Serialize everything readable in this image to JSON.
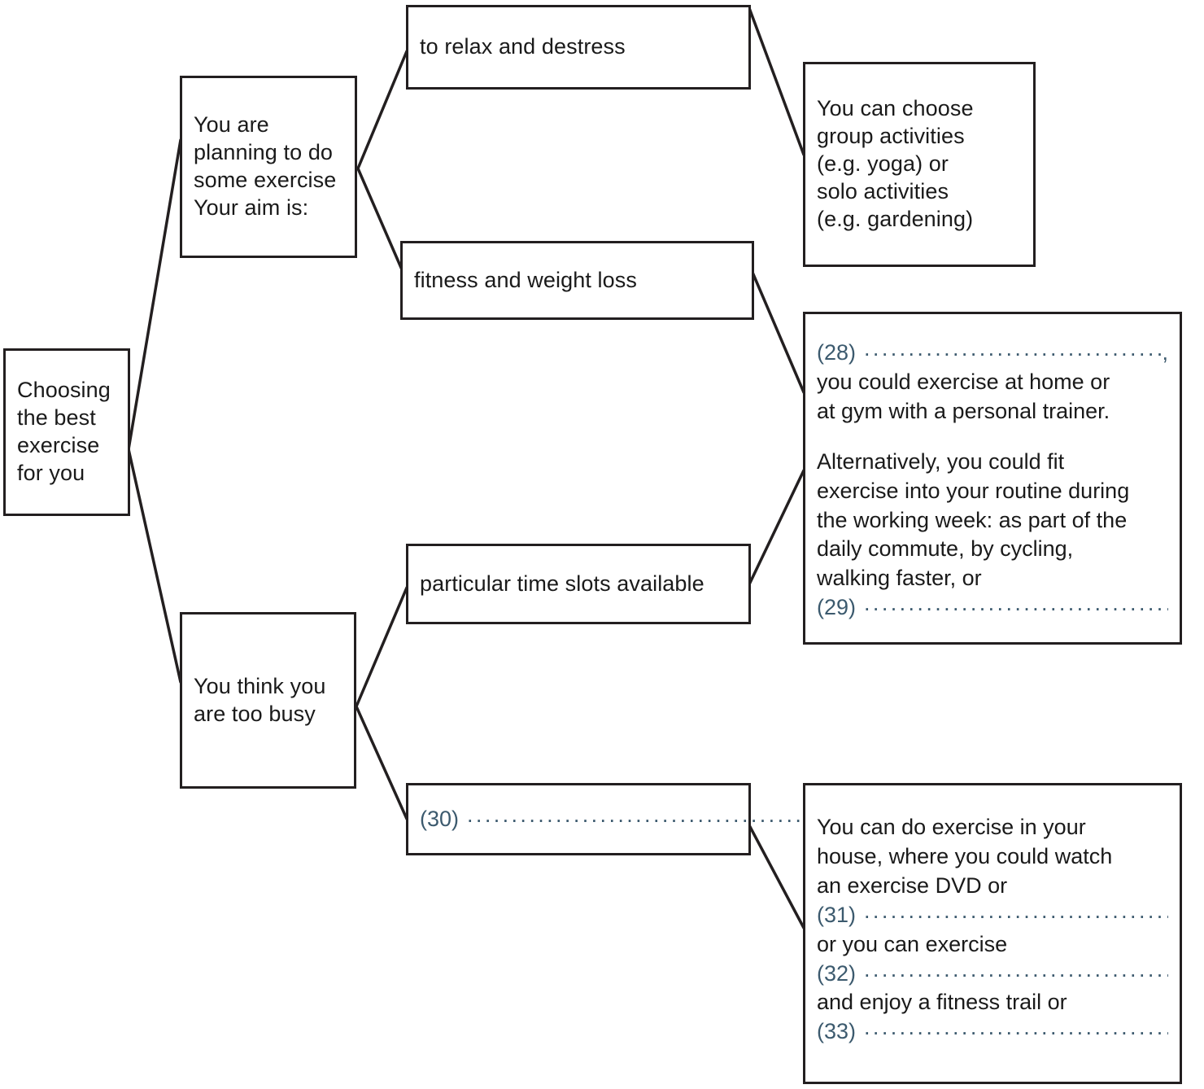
{
  "diagram": {
    "title": "Choosing the best exercise for you",
    "type": "flowchart",
    "ink_color": "#231f20",
    "gap_number_color": "#3c5a6e",
    "background": "#ffffff"
  },
  "nodes": {
    "root": {
      "label": "Choosing\nthe best\nexercise\nfor you"
    },
    "branch_aim": {
      "label": "You are\nplanning to do\nsome exercise\nYour aim is:"
    },
    "branch_busy": {
      "label": "You think you\nare too busy"
    },
    "relax": {
      "label": "to relax and destress"
    },
    "fitness": {
      "label": "fitness and weight loss"
    },
    "timeslots": {
      "label": "particular time slots available"
    },
    "gap30": {
      "number": "(30)",
      "dots": "........................................."
    },
    "group_solo": {
      "label": "You can choose\ngroup activities\n(e.g. yoga) or\nsolo activities\n(e.g. gardening)"
    },
    "home_gym": {
      "gap28_number": "(28)",
      "gap28_dots": "...........................................................",
      "gap28_tail": ",",
      "line1": "you could exercise at home or",
      "line2": "at gym with a personal trainer.",
      "line3": "Alternatively, you could fit",
      "line4": "exercise into your routine during",
      "line5": "the working week: as part of the",
      "line6": "daily commute, by cycling,",
      "line7": "walking faster, or",
      "gap29_number": "(29)",
      "gap29_dots": "..........................................................."
    },
    "house_trail": {
      "line1": "You can do exercise in your",
      "line2": "house, where you could watch",
      "line3": "an exercise DVD or",
      "gap31_number": "(31)",
      "gap31_dots": "...........................................................",
      "line4": "or you can exercise",
      "gap32_number": "(32)",
      "gap32_dots": "...........................................................",
      "line5": "and enjoy a fitness trail or",
      "gap33_number": "(33)",
      "gap33_dots": "..........................................................."
    }
  }
}
